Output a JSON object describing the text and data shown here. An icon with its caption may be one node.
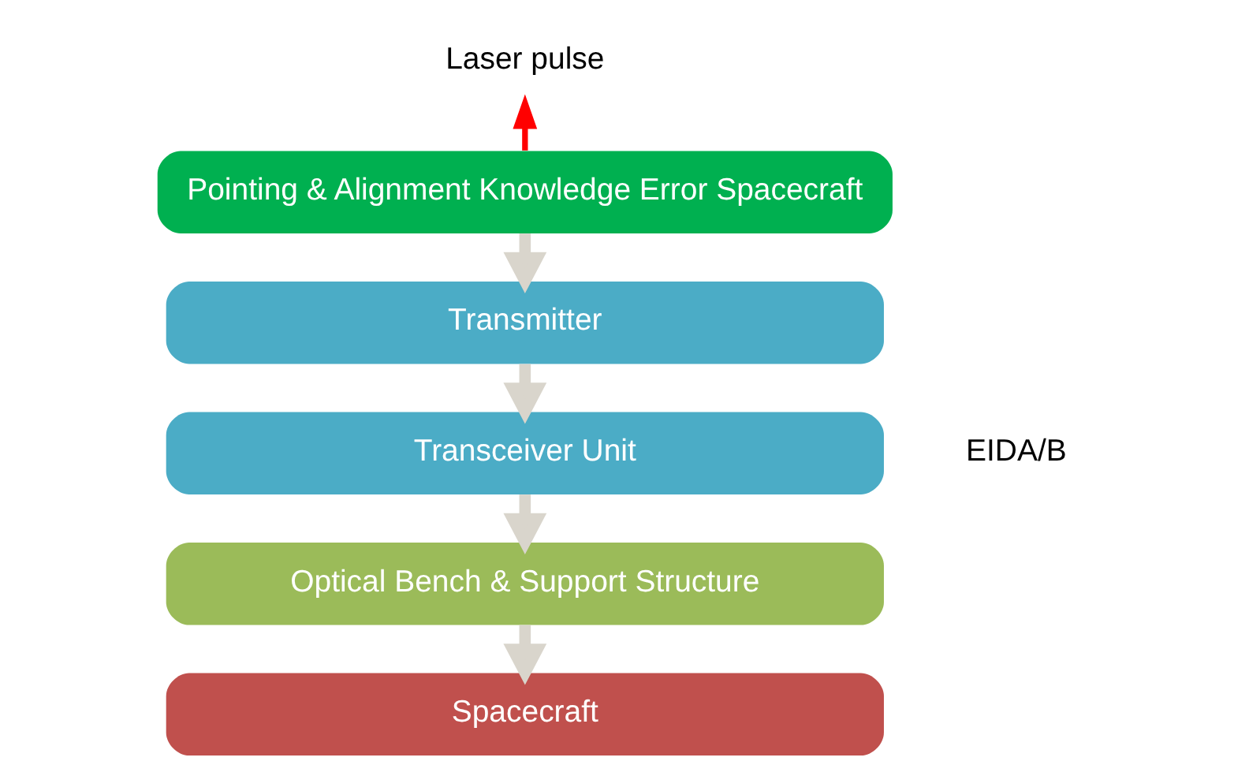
{
  "diagram": {
    "nodes": [
      {
        "text": [
          "Laser pulse"
        ]
      },
      {
        "text": [
          "Pointing & Alignment Knowledge Error Spacecraft"
        ]
      },
      {
        "text": [
          "Transmitter"
        ]
      },
      {
        "text": [
          "Transceiver Unit"
        ]
      },
      {
        "text": [
          "Optical Bench & Support Structure"
        ]
      },
      {
        "text": [
          "Spacecraft"
        ]
      }
    ],
    "edges": [
      {
        "from": 1,
        "to": 0,
        "arrow": "to",
        "color": "#ff0000"
      },
      {
        "from": 1,
        "to": 2,
        "arrow": "to"
      },
      {
        "from": 2,
        "to": 3,
        "arrow": "to"
      },
      {
        "from": 3,
        "to": 4,
        "arrow": "to"
      },
      {
        "from": 4,
        "to": 5,
        "arrow": "to"
      }
    ],
    "labels": [
      "EIDA/B"
    ]
  }
}
